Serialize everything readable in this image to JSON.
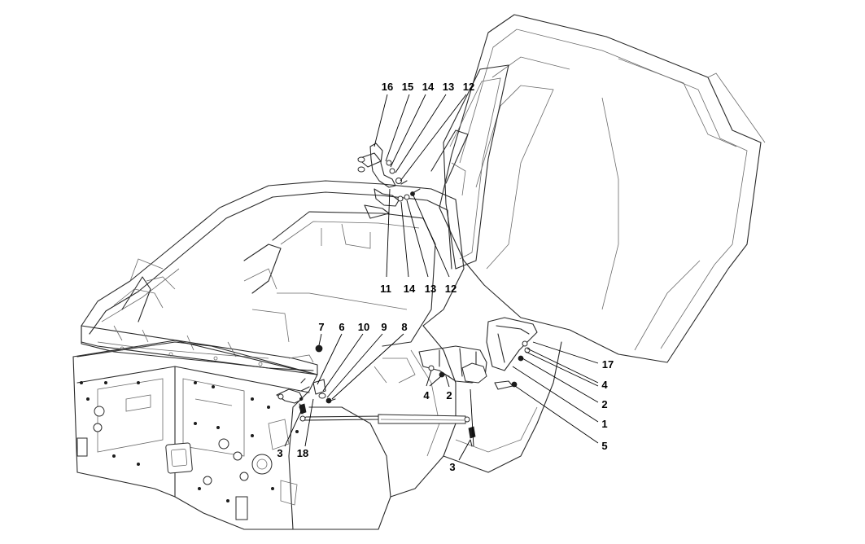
{
  "callouts": {
    "c16": "16",
    "c15": "15",
    "c14a": "14",
    "c13a": "13",
    "c12a": "12",
    "c11": "11",
    "c14b": "14",
    "c13b": "13",
    "c12b": "12",
    "c7": "7",
    "c6": "6",
    "c10": "10",
    "c9": "9",
    "c8": "8",
    "c4a": "4",
    "c2a": "2",
    "c17": "17",
    "c4b": "4",
    "c2b": "2",
    "c1": "1",
    "c5": "5",
    "c3a": "3",
    "c18": "18",
    "c3b": "3"
  }
}
